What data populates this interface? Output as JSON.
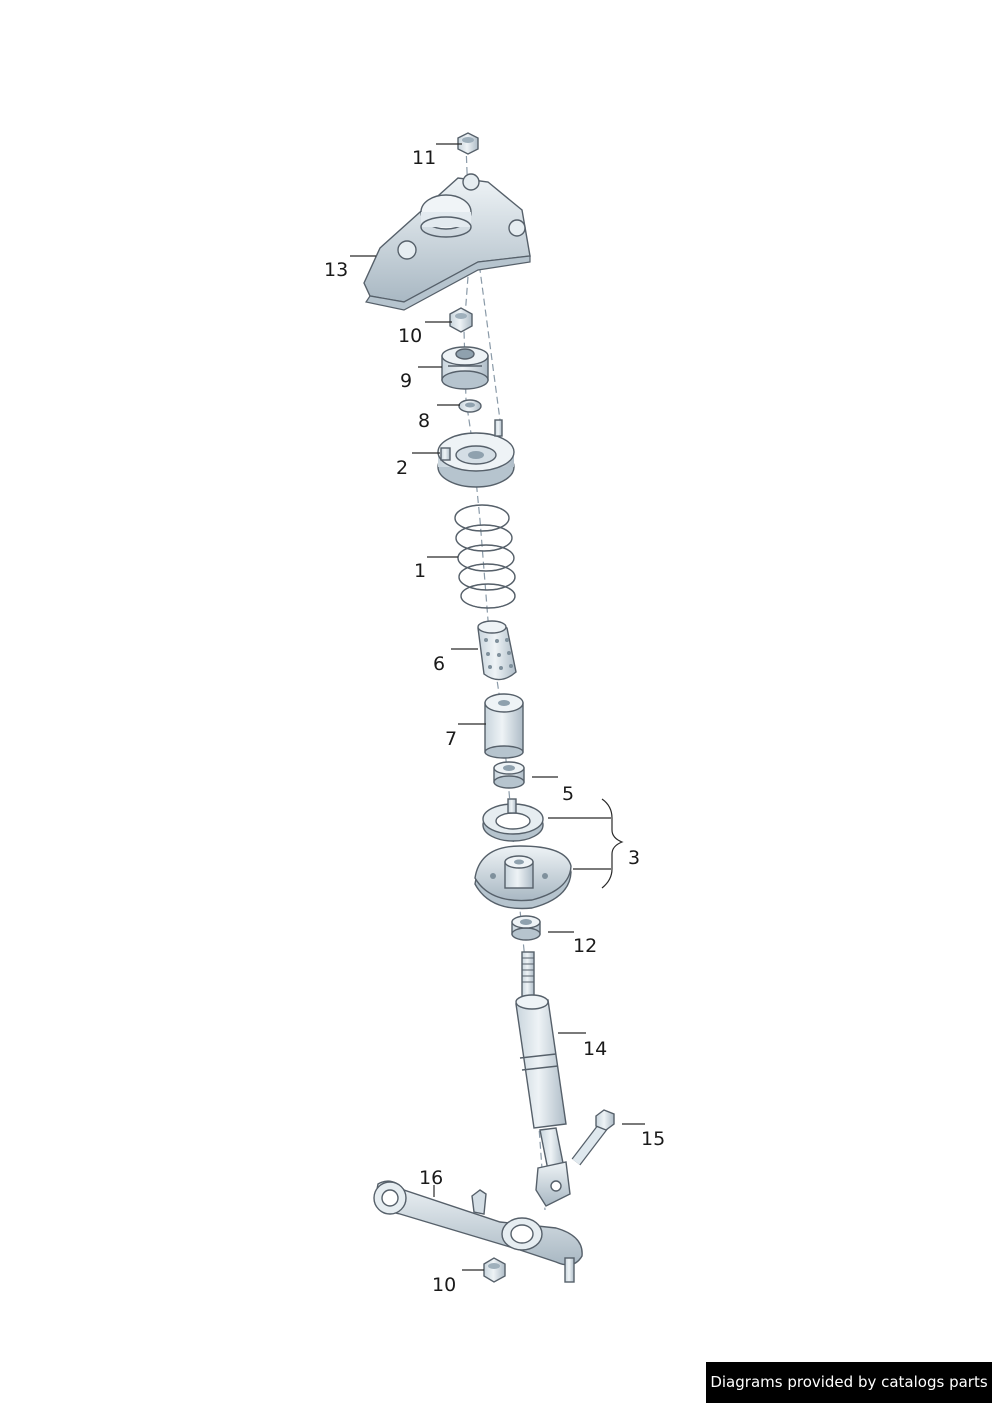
{
  "credit": "Diagrams provided by catalogs parts",
  "callouts": {
    "c1": "1",
    "c2": "2",
    "c3": "3",
    "c5": "5",
    "c6": "6",
    "c7": "7",
    "c8": "8",
    "c9": "9",
    "c10_top": "10",
    "c10_bottom": "10",
    "c11": "11",
    "c12": "12",
    "c13": "13",
    "c14": "14",
    "c15": "15",
    "c16": "16"
  },
  "colors": {
    "part_fill": "#dfe8ee",
    "part_shade": "#b6c4ce",
    "outline": "#56606a"
  }
}
